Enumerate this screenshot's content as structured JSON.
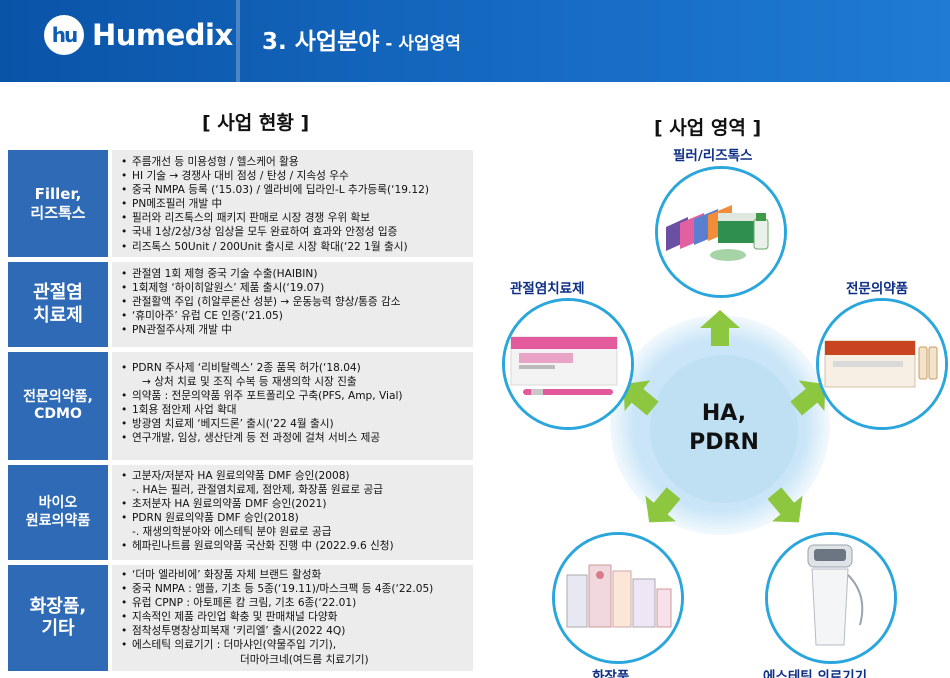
{
  "header": {
    "logo_text": "Humedix",
    "logo_mark": "hu",
    "title": "3. 사업분야",
    "subtitle": "- 사업영역"
  },
  "status_heading": "[ 사업 현황 ]",
  "area_heading": "[ 사업 영역 ]",
  "rows": [
    {
      "label_1": "Filler,",
      "label_2": "리즈톡스",
      "lines": [
        "주름개선 등 미용성형 / 헬스케어 활용",
        "HI 기술 → 경쟁사 대비 점성 / 탄성 / 지속성 우수",
        "중국 NMPA 등록 (‘15.03) / 엘라비에 딥라인-L 추가등록(‘19.12)",
        "PN메조필러 개발 中",
        "필러와 리즈톡스의 패키지 판매로 시장 경쟁 우위 확보",
        "국내 1상/2상/3상 임상을 모두 완료하여 효과와 안정성 입증",
        "리즈톡스 50Unit / 200Unit 출시로 시장 확대(‘22 1월 출시)"
      ]
    },
    {
      "label_1": "관절염",
      "label_2": "치료제",
      "lines": [
        "관절염 1회 제형 중국 기술 수출(HAIBIN)",
        "1회제형 ‘하이히알원스’ 제품 출시(‘19.07)",
        "관절활액 주입 (히알루론산 성분) → 운동능력 향상/통증 감소",
        "‘휴미아주’ 유럽 CE 인증(‘21.05)",
        "PN관절주사제 개발 中"
      ]
    },
    {
      "label_1": "전문의약품,",
      "label_2": "CDMO",
      "lines": [
        "PDRN 주사제 ‘리비탈렉스’ 2종 품목 허가(‘18.04)",
        "→  상처 치료 및 조직 수복 등 재생의학 시장 진출",
        "의약품 : 전문의약품 위주 포트폴리오 구축(PFS, Amp, Vial)",
        "1회용 점안제 사업 확대",
        "방광염 치료제 ‘베지드론’ 출시(‘22 4월 출시)",
        "연구개발, 임상, 생산단계 등 전 과정에 걸쳐 서비스 제공"
      ]
    },
    {
      "label_1": "바이오",
      "label_2": "원료의약품",
      "lines": [
        "고분자/저분자 HA 원료의약품 DMF 승인(2008)",
        "-. HA는 필러, 관절염치료제, 점안제, 화장품 원료로 공급",
        "초저분자 HA 원료의약품 DMF 승인(2021)",
        "PDRN 원료의약품 DMF 승인(2018)",
        "-. 재생의학분야와 에스테틱 분야 원료로 공급",
        "헤파린나트륨 원료의약품 국산화 진행 中 (2022.9.6 신청)"
      ]
    },
    {
      "label_1": "화장품,",
      "label_2": "기타",
      "lines": [
        "‘더마 엘라비에’ 화장품 자체 브랜드 활성화",
        "중국 NMPA : 앰플, 기초 등 5종(‘19.11)/마스크팩 등 4종(‘22.05)",
        "유럽 CPNP : 아토페론 캄 크림, 기초 6종(‘22.01)",
        "지속적인 제품 라인업 확충 및 판매채널 다양화",
        "점착성투명창상피복재 ‘키리엘’ 출시(2022 4Q)",
        "에스테틱 의료기기 : 더마샤인(약물주입 기기),",
        "더마아크네(여드름 치료기기)"
      ]
    }
  ],
  "diagram": {
    "hub_line_1": "HA,",
    "hub_line_2": "PDRN",
    "nodes": {
      "filler": "필러/리즈톡스",
      "arthritis": "관절염치료제",
      "pharma": "전문의약품",
      "cosmetics": "화장품",
      "aesthetic": "에스테틱 의료기기"
    }
  },
  "colors": {
    "header_blue": "#1466bd",
    "label_blue": "#2e6ab5",
    "row_bg": "#ececec",
    "node_border": "#2aa6dc",
    "hub": "#bfdff3",
    "arrow_green": "#8dc63f",
    "node_label": "#0d2f86"
  }
}
